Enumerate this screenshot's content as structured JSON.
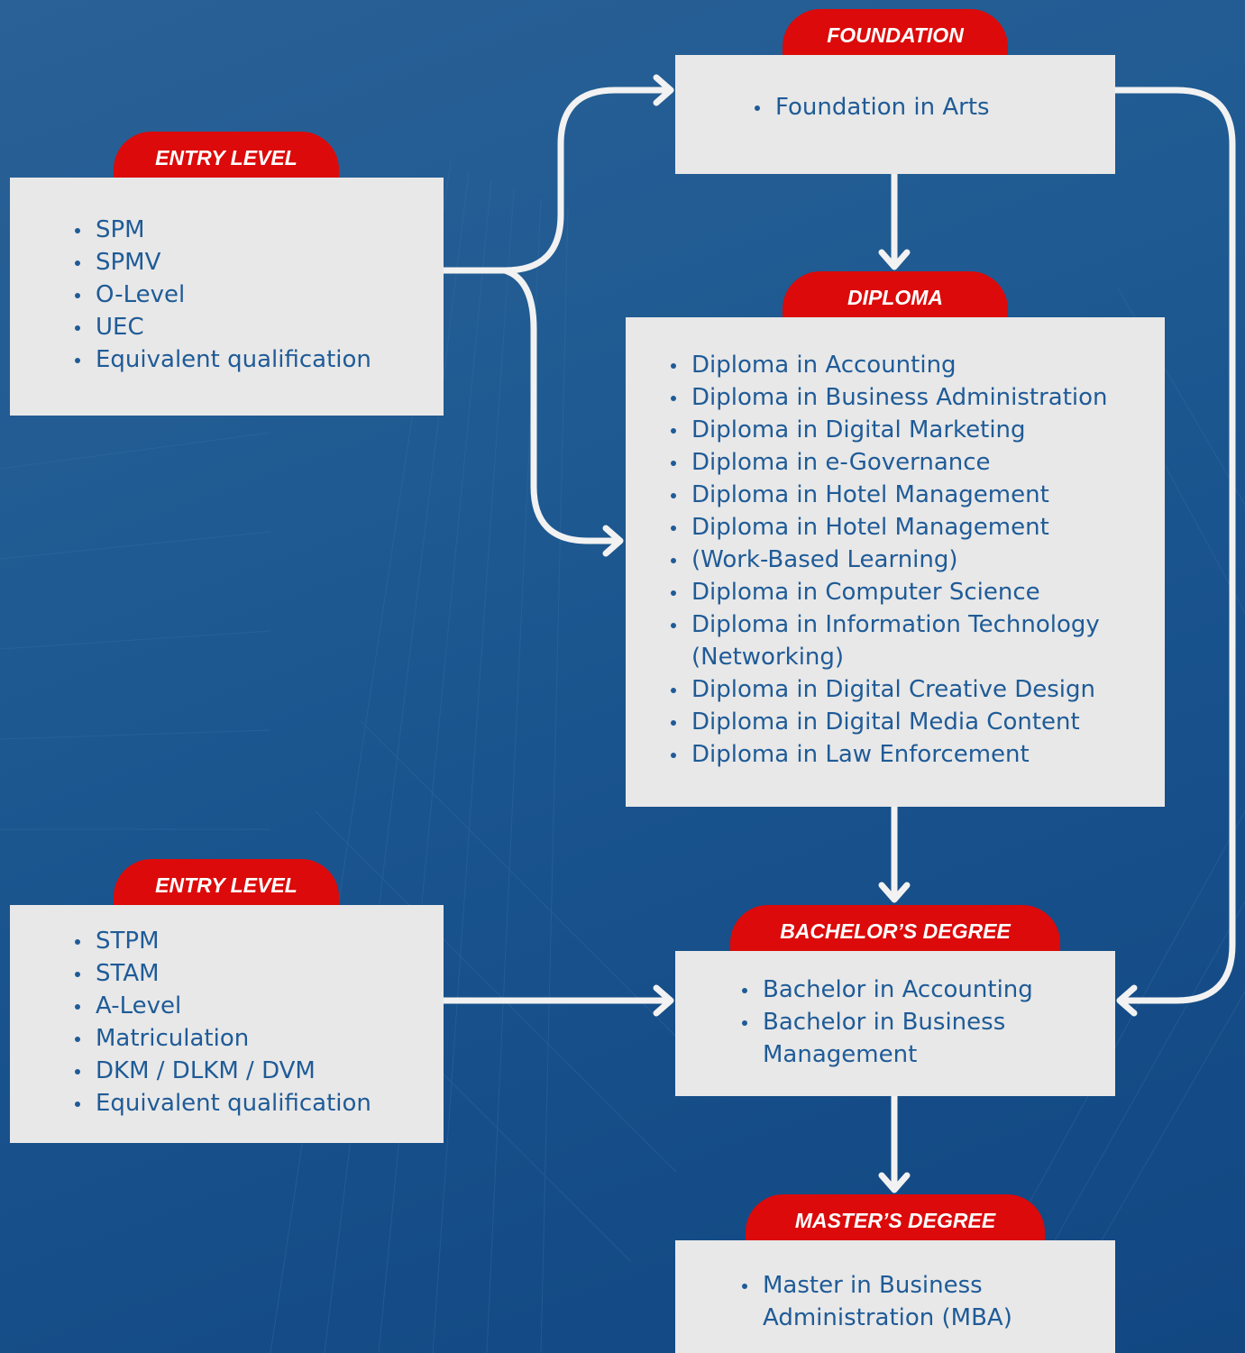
{
  "colors": {
    "background": "#1f5a92",
    "box_fill": "#e8e8e8",
    "tab_fill": "#dc0a0a",
    "list_text": "#1f5b97",
    "connector": "#f2f2f2"
  },
  "entry_level_1": {
    "tab": "ENTRY LEVEL",
    "items": [
      "SPM",
      "SPMV",
      "O-Level",
      "UEC",
      "Equivalent qualification"
    ]
  },
  "entry_level_2": {
    "tab": "ENTRY LEVEL",
    "items": [
      "STPM",
      "STAM",
      "A-Level",
      "Matriculation",
      "DKM / DLKM / DVM",
      "Equivalent qualification"
    ]
  },
  "foundation": {
    "tab": "FOUNDATION",
    "items": [
      "Foundation in Arts"
    ]
  },
  "diploma": {
    "tab": "DIPLOMA",
    "items": [
      "Diploma in Accounting",
      "Diploma in Business Administration",
      "Diploma in Digital Marketing",
      "Diploma in e-Governance",
      "Diploma in Hotel Management",
      "Diploma in Hotel Management",
      "(Work-Based Learning)",
      "Diploma in Computer Science",
      "Diploma in Information Technology (Networking)",
      "Diploma in Digital Creative Design",
      "Diploma in Digital Media Content",
      "Diploma in Law Enforcement"
    ]
  },
  "bachelor": {
    "tab": "BACHELOR’S DEGREE",
    "items": [
      "Bachelor in Accounting",
      "Bachelor in Business Management"
    ]
  },
  "master": {
    "tab": "MASTER’S DEGREE",
    "items": [
      "Master in Business Administration (MBA)"
    ]
  }
}
